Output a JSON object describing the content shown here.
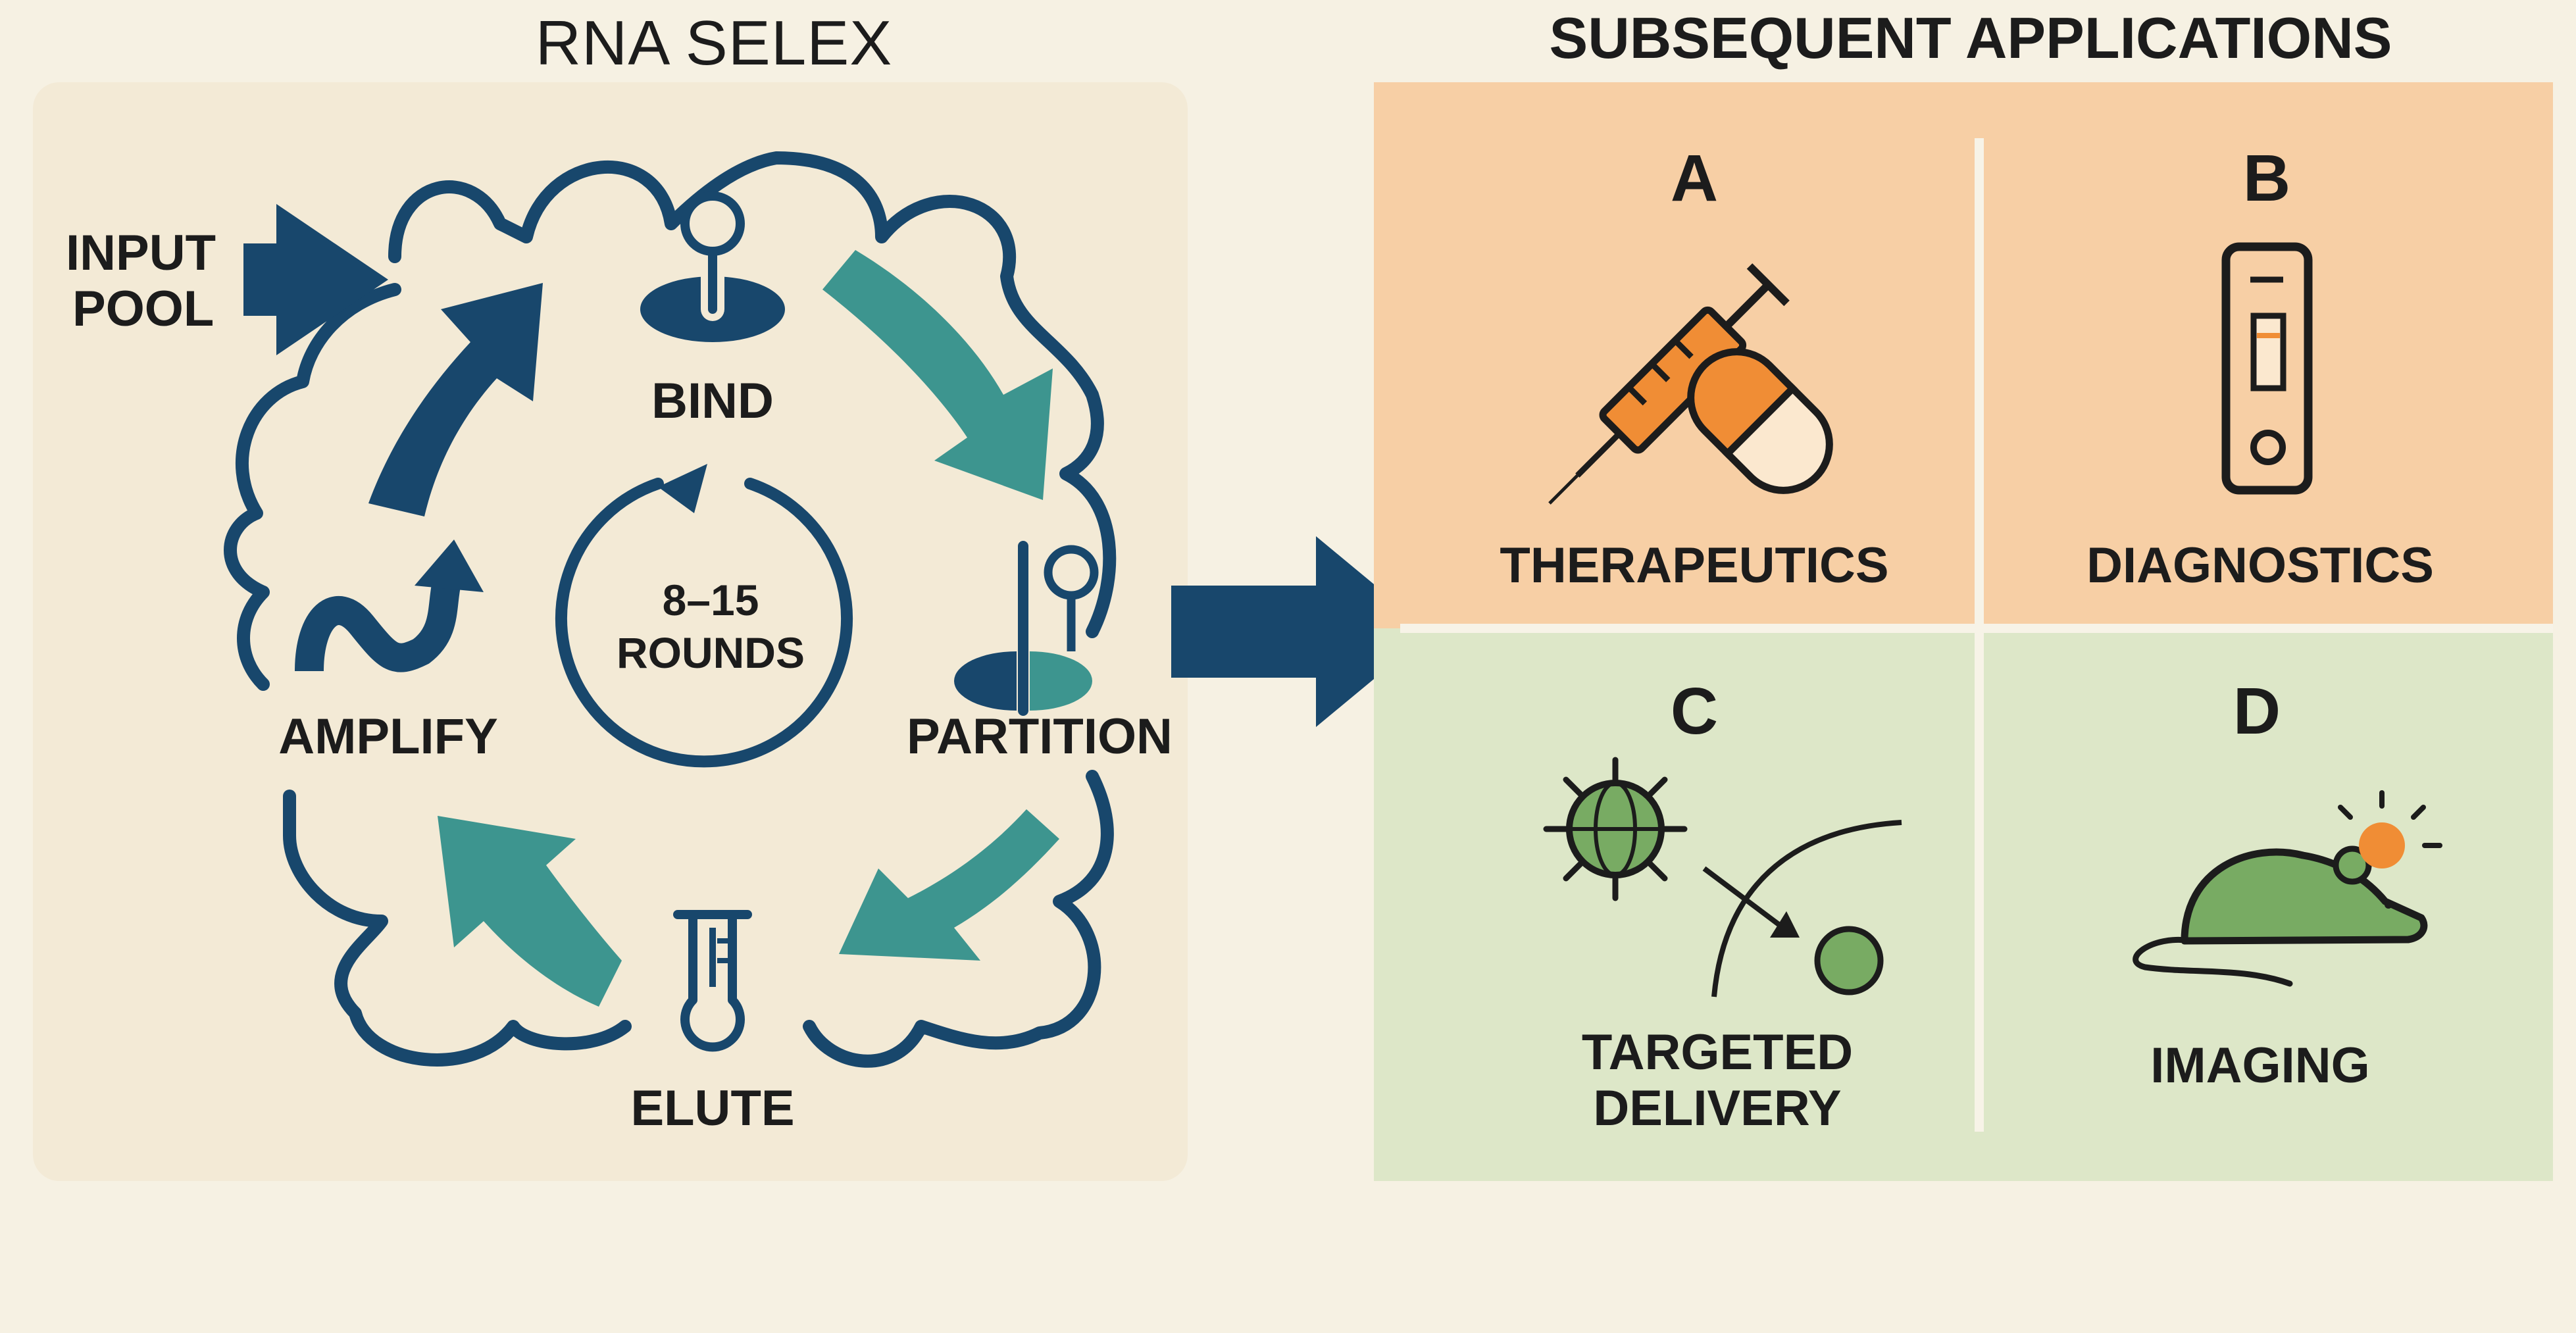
{
  "left_panel": {
    "title": "RNA SELEX",
    "input_label_line1": "INPUT",
    "input_label_line2": "POOL",
    "steps": {
      "bind": "BIND",
      "partition": "PARTITION",
      "elute": "ELUTE",
      "amplify": "AMPLIFY"
    },
    "rounds_line1": "8–15",
    "rounds_line2": "ROUNDS"
  },
  "right_panel": {
    "title": "SUBSEQUENT APPLICATIONS",
    "cells": [
      {
        "letter": "A",
        "label": "THERAPEUTICS"
      },
      {
        "letter": "B",
        "label": "DIAGNOSTICS"
      },
      {
        "letter": "C",
        "label_line1": "TARGETED",
        "label_line2": "DELIVERY"
      },
      {
        "letter": "D",
        "label": "IMAGING"
      }
    ]
  },
  "colors": {
    "navy": "#18476c",
    "teal": "#3d958f",
    "orange_panel": "#f7cfa5",
    "green_panel": "#dde7c8",
    "left_panel": "#f3ead6",
    "orange_accent": "#f08d35",
    "green_accent": "#78ab63"
  }
}
